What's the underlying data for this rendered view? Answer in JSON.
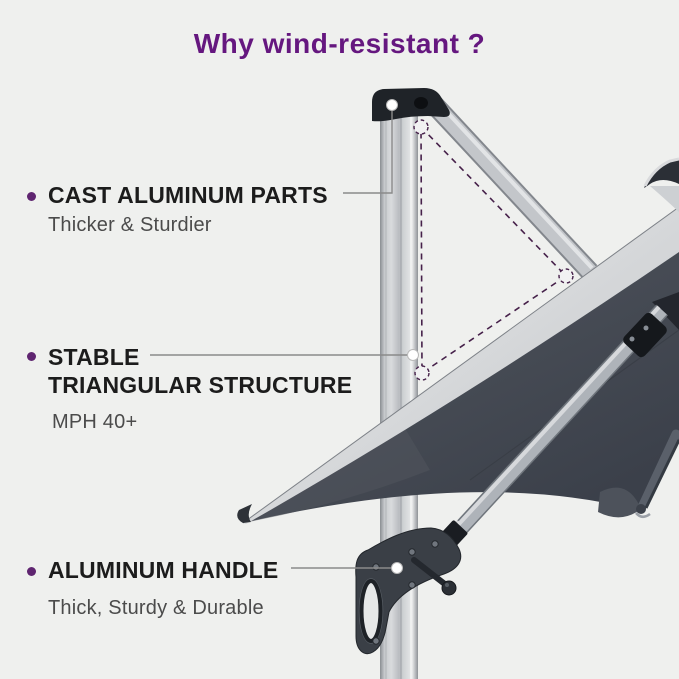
{
  "title": "Why wind-resistant ?",
  "features": [
    {
      "heading": "CAST ALUMINUM PARTS",
      "sub": "Thicker & Sturdier"
    },
    {
      "heading_line1": "STABLE",
      "heading_line2": "TRIANGULAR STRUCTURE",
      "sub": "MPH 40+"
    },
    {
      "heading": "ALUMINUM HANDLE",
      "sub": "Thick, Sturdy & Durable"
    }
  ],
  "annotations": {
    "triangle_note": "dashed triangle highlighting pole, support arm and rib strut",
    "callout_dot_icon": "white anchor dot",
    "bullet_icon": "purple bullet dot"
  },
  "colors": {
    "background": "#eff0ee",
    "title_purple": "#65177f",
    "bullet_purple": "#5f2570",
    "heading_text": "#1c1c1c",
    "sub_text": "#4b4b4b",
    "triangle_purple": "#46214a",
    "canopy_dark": "#474c55",
    "canopy_light_edge": "#c7cacf",
    "pole_light": "#cfd1d4",
    "bracket_dark": "#3a3f46",
    "callout_gray": "#8a8a8a"
  }
}
